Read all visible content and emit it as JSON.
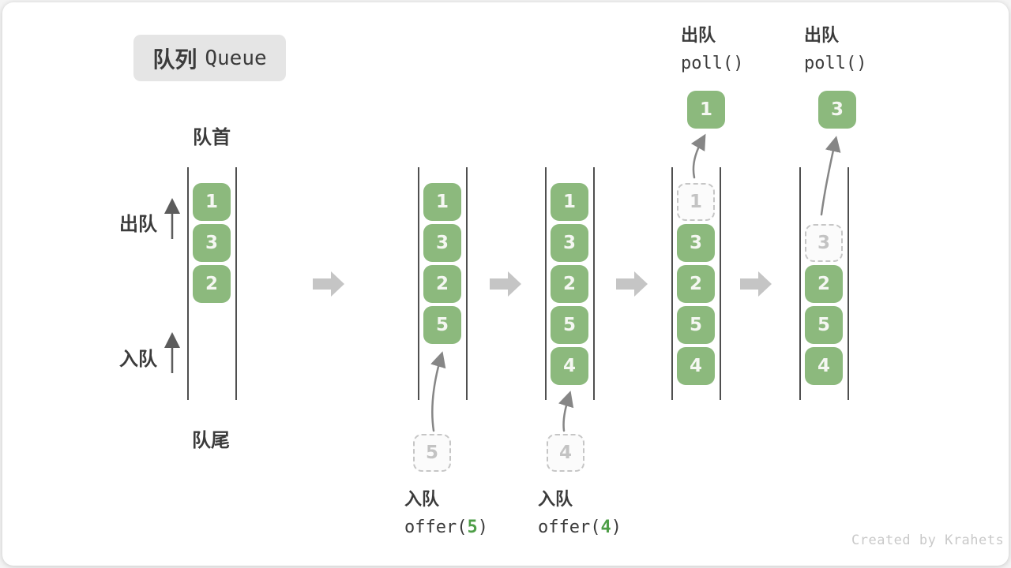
{
  "title": {
    "badge_zh": "队列",
    "badge_en": "Queue"
  },
  "labels": {
    "front": "队首",
    "rear": "队尾",
    "dequeue_side": "出队",
    "enqueue_side": "入队"
  },
  "queues": [
    {
      "id": "state-initial",
      "items": [
        {
          "value": "1",
          "slot": 0
        },
        {
          "value": "3",
          "slot": 1
        },
        {
          "value": "2",
          "slot": 2
        }
      ]
    },
    {
      "id": "state-offer-5",
      "items": [
        {
          "value": "1",
          "slot": 0
        },
        {
          "value": "3",
          "slot": 1
        },
        {
          "value": "2",
          "slot": 2
        },
        {
          "value": "5",
          "slot": 3
        }
      ],
      "pending": "5",
      "op": {
        "label": "入队",
        "code_prefix": "offer(",
        "code_arg": "5",
        "code_suffix": ")"
      }
    },
    {
      "id": "state-offer-4",
      "items": [
        {
          "value": "1",
          "slot": 0
        },
        {
          "value": "3",
          "slot": 1
        },
        {
          "value": "2",
          "slot": 2
        },
        {
          "value": "5",
          "slot": 3
        },
        {
          "value": "4",
          "slot": 4
        }
      ],
      "pending": "4",
      "op": {
        "label": "入队",
        "code_prefix": "offer(",
        "code_arg": "4",
        "code_suffix": ")"
      }
    },
    {
      "id": "state-poll-1",
      "ghost": {
        "value": "1",
        "slot": 0
      },
      "items": [
        {
          "value": "3",
          "slot": 1
        },
        {
          "value": "2",
          "slot": 2
        },
        {
          "value": "5",
          "slot": 3
        },
        {
          "value": "4",
          "slot": 4
        }
      ],
      "out": "1",
      "op": {
        "label": "出队",
        "code": "poll()"
      }
    },
    {
      "id": "state-poll-3",
      "ghost": {
        "value": "3",
        "slot": 1
      },
      "items": [
        {
          "value": "2",
          "slot": 2
        },
        {
          "value": "5",
          "slot": 3
        },
        {
          "value": "4",
          "slot": 4
        }
      ],
      "out": "3",
      "op": {
        "label": "出队",
        "code": "poll()"
      }
    }
  ],
  "credit": "Created by Krahets",
  "colors": {
    "box_green": "#8cb97d",
    "box_text": "#f5f7f2",
    "ghost_border": "#c6c6c6",
    "ghost_text": "#c3c3c3",
    "wall": "#4f4f4f",
    "flow_arrow": "#c5c5c5",
    "curve_arrow": "#868686",
    "side_arrow": "#5c5c5c",
    "text_dark": "#3b3b3b",
    "code_green": "#4e9e47",
    "badge_bg": "#e5e5e5",
    "credit": "#c9c9c9"
  }
}
